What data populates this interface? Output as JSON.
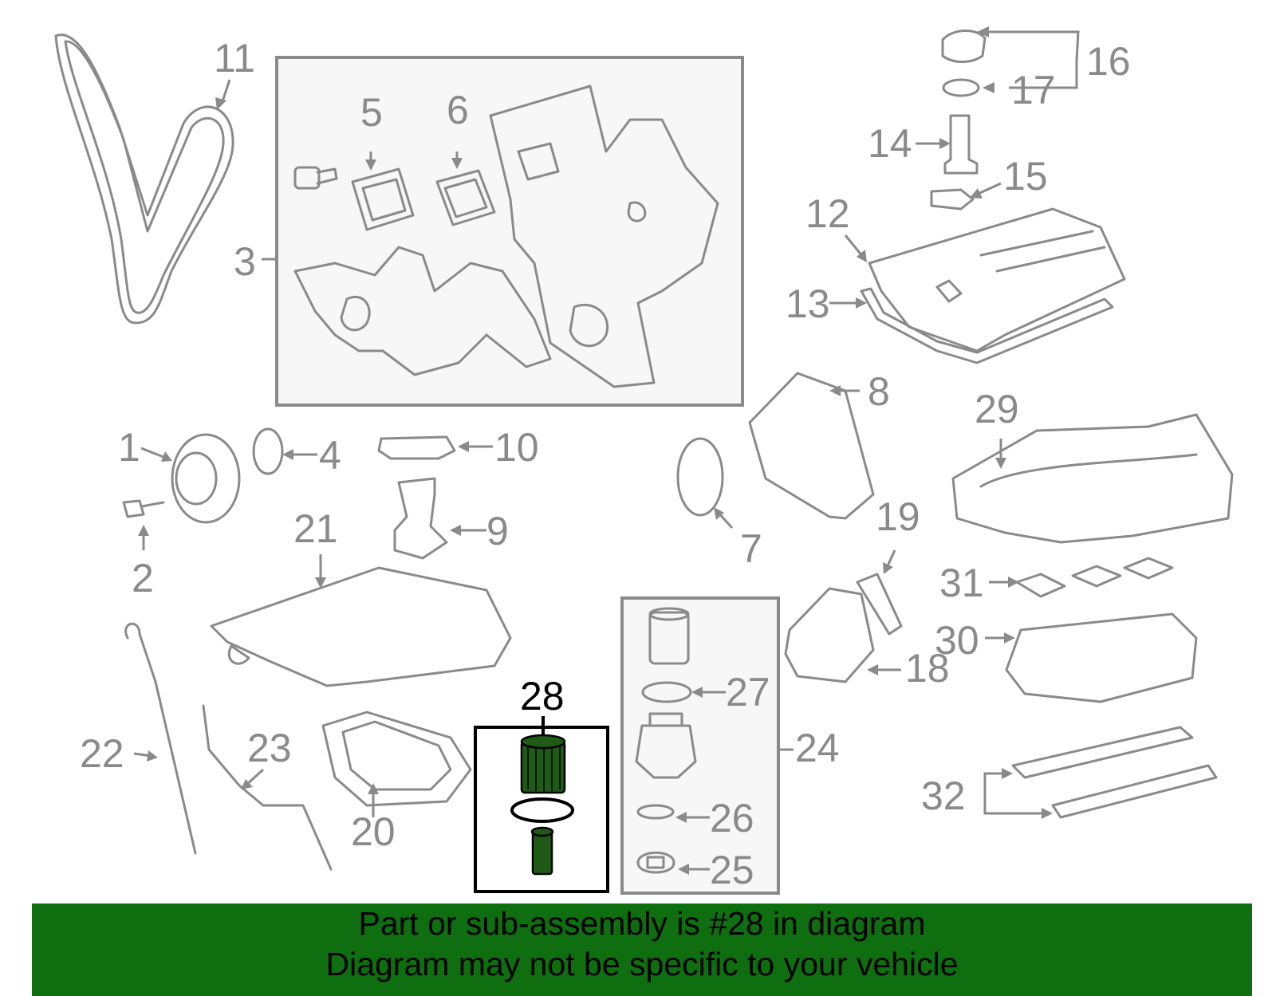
{
  "diagram": {
    "callouts": [
      "1",
      "2",
      "3",
      "4",
      "5",
      "6",
      "7",
      "8",
      "9",
      "10",
      "11",
      "12",
      "13",
      "14",
      "15",
      "16",
      "17",
      "18",
      "19",
      "20",
      "21",
      "22",
      "23",
      "24",
      "25",
      "26",
      "27",
      "28",
      "29",
      "30",
      "31",
      "32"
    ],
    "highlighted_part": "28"
  },
  "banner": {
    "line1": "Part or sub-assembly is #28 in diagram",
    "line2": "Diagram may not be specific to your vehicle"
  },
  "colors": {
    "line_art": "#8a8a8a",
    "highlight_part": "#1f5a16",
    "banner_background": "#0f6e0f",
    "banner_text": "#000000"
  }
}
